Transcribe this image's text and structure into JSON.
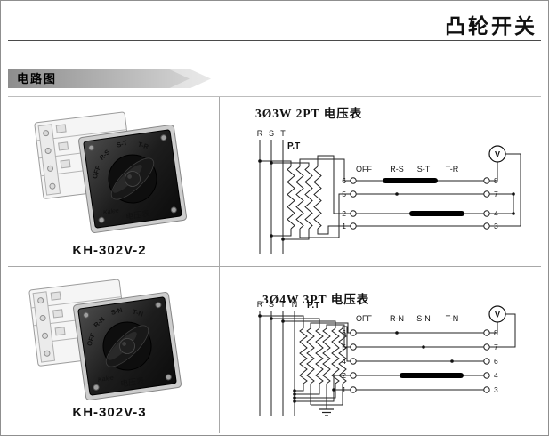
{
  "page": {
    "title": "凸轮开关",
    "section": "电路图"
  },
  "products": [
    {
      "model": "KH-302V-2",
      "panel": {
        "positions": [
          "OFF",
          "R-S",
          "S-T",
          "T-R"
        ],
        "caption": "电压表",
        "brand": "Kalee"
      }
    },
    {
      "model": "KH-302V-3",
      "panel": {
        "positions": [
          "OFF",
          "R-N",
          "S-N",
          "T-N"
        ],
        "caption": "电压表",
        "brand": "Kalee"
      }
    }
  ],
  "circuits": [
    {
      "title": "3Ø3W 2PT 电压表",
      "pt": "P.T",
      "phases": [
        "R",
        "S",
        "T"
      ],
      "positions": [
        "OFF",
        "R-S",
        "S-T",
        "T-R"
      ],
      "left_terminals": [
        "6",
        "5",
        "2",
        "1"
      ],
      "right_terminals": [
        "8",
        "7",
        "4",
        "3"
      ],
      "meter": "V"
    },
    {
      "title": "3Ø4W 3PT 电压表",
      "pt": "P.T",
      "phases": [
        "R",
        "S",
        "T",
        "N"
      ],
      "positions": [
        "OFF",
        "R-N",
        "S-N",
        "T-N"
      ],
      "left_terminals": [
        "6",
        "5",
        "4",
        "2",
        "1"
      ],
      "right_terminals": [
        "8",
        "7",
        "6",
        "4",
        "3"
      ],
      "meter": "V"
    }
  ]
}
